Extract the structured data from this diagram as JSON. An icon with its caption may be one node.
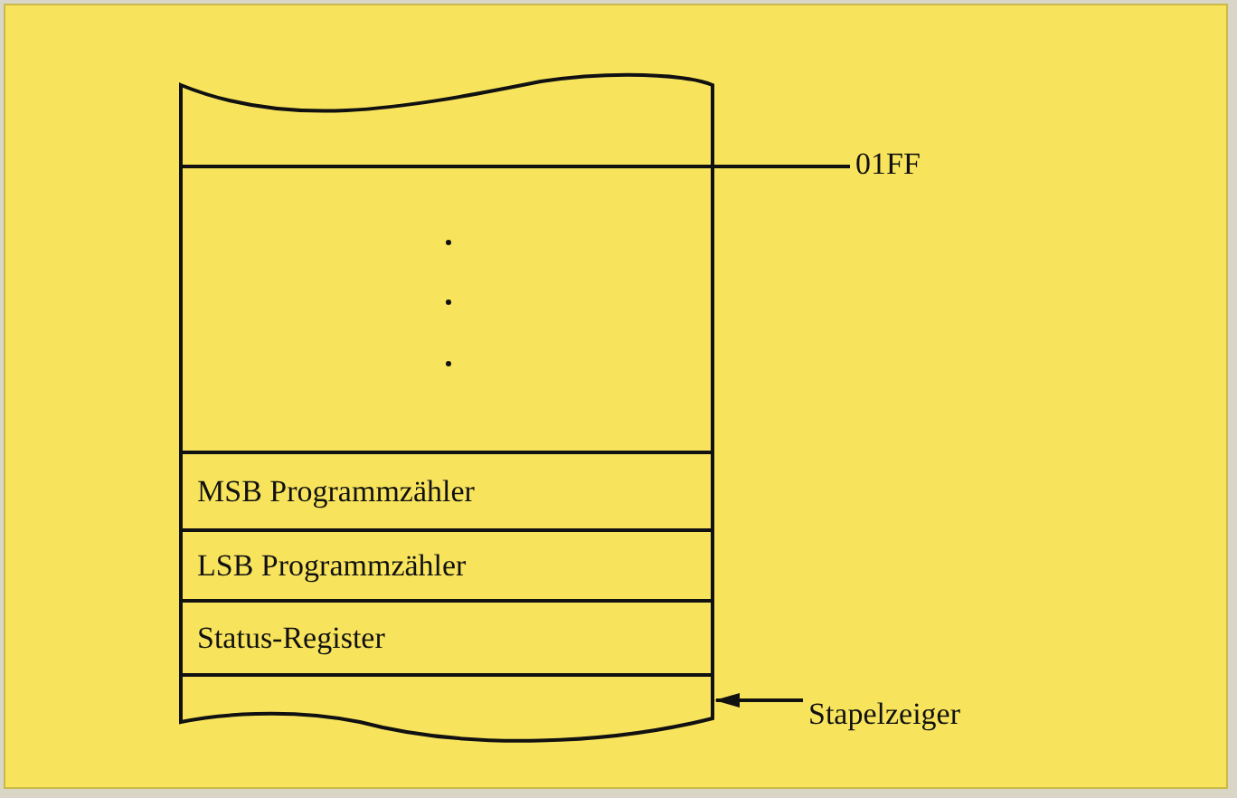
{
  "diagram": {
    "nodes": [
      {
        "text": [],
        "shape": "box"
      },
      {
        "text": [
          "MSB Programmzähler"
        ],
        "in": 0
      },
      {
        "text": [
          "LSB Programmzähler"
        ],
        "in": 0
      },
      {
        "text": [
          "Status-Register"
        ],
        "in": 0
      },
      {
        "text": [],
        "shape": "box",
        "in": 0
      },
      {
        "text": [
          "Stapelzeiger"
        ]
      }
    ],
    "edges": [
      {
        "from": 5,
        "to": 4,
        "arrow": "to"
      }
    ],
    "labels": [
      "01FF"
    ]
  }
}
